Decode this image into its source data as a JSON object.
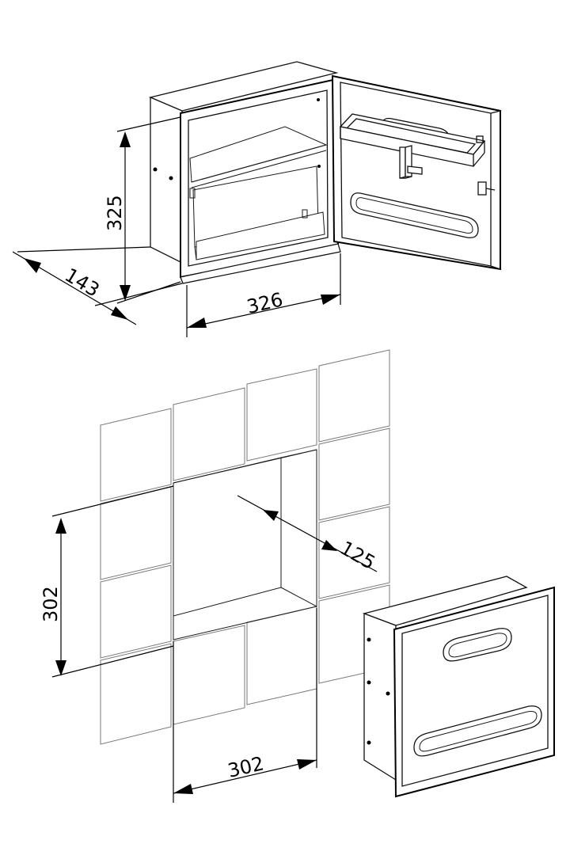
{
  "top_view": {
    "height_label": "325",
    "depth_label": "143",
    "width_label": "326"
  },
  "bottom_view": {
    "height_label": "302",
    "depth_label": "125",
    "width_label": "302"
  },
  "colors": {
    "line": "#000000",
    "tile_line": "#7a7a7a",
    "background": "#ffffff"
  }
}
